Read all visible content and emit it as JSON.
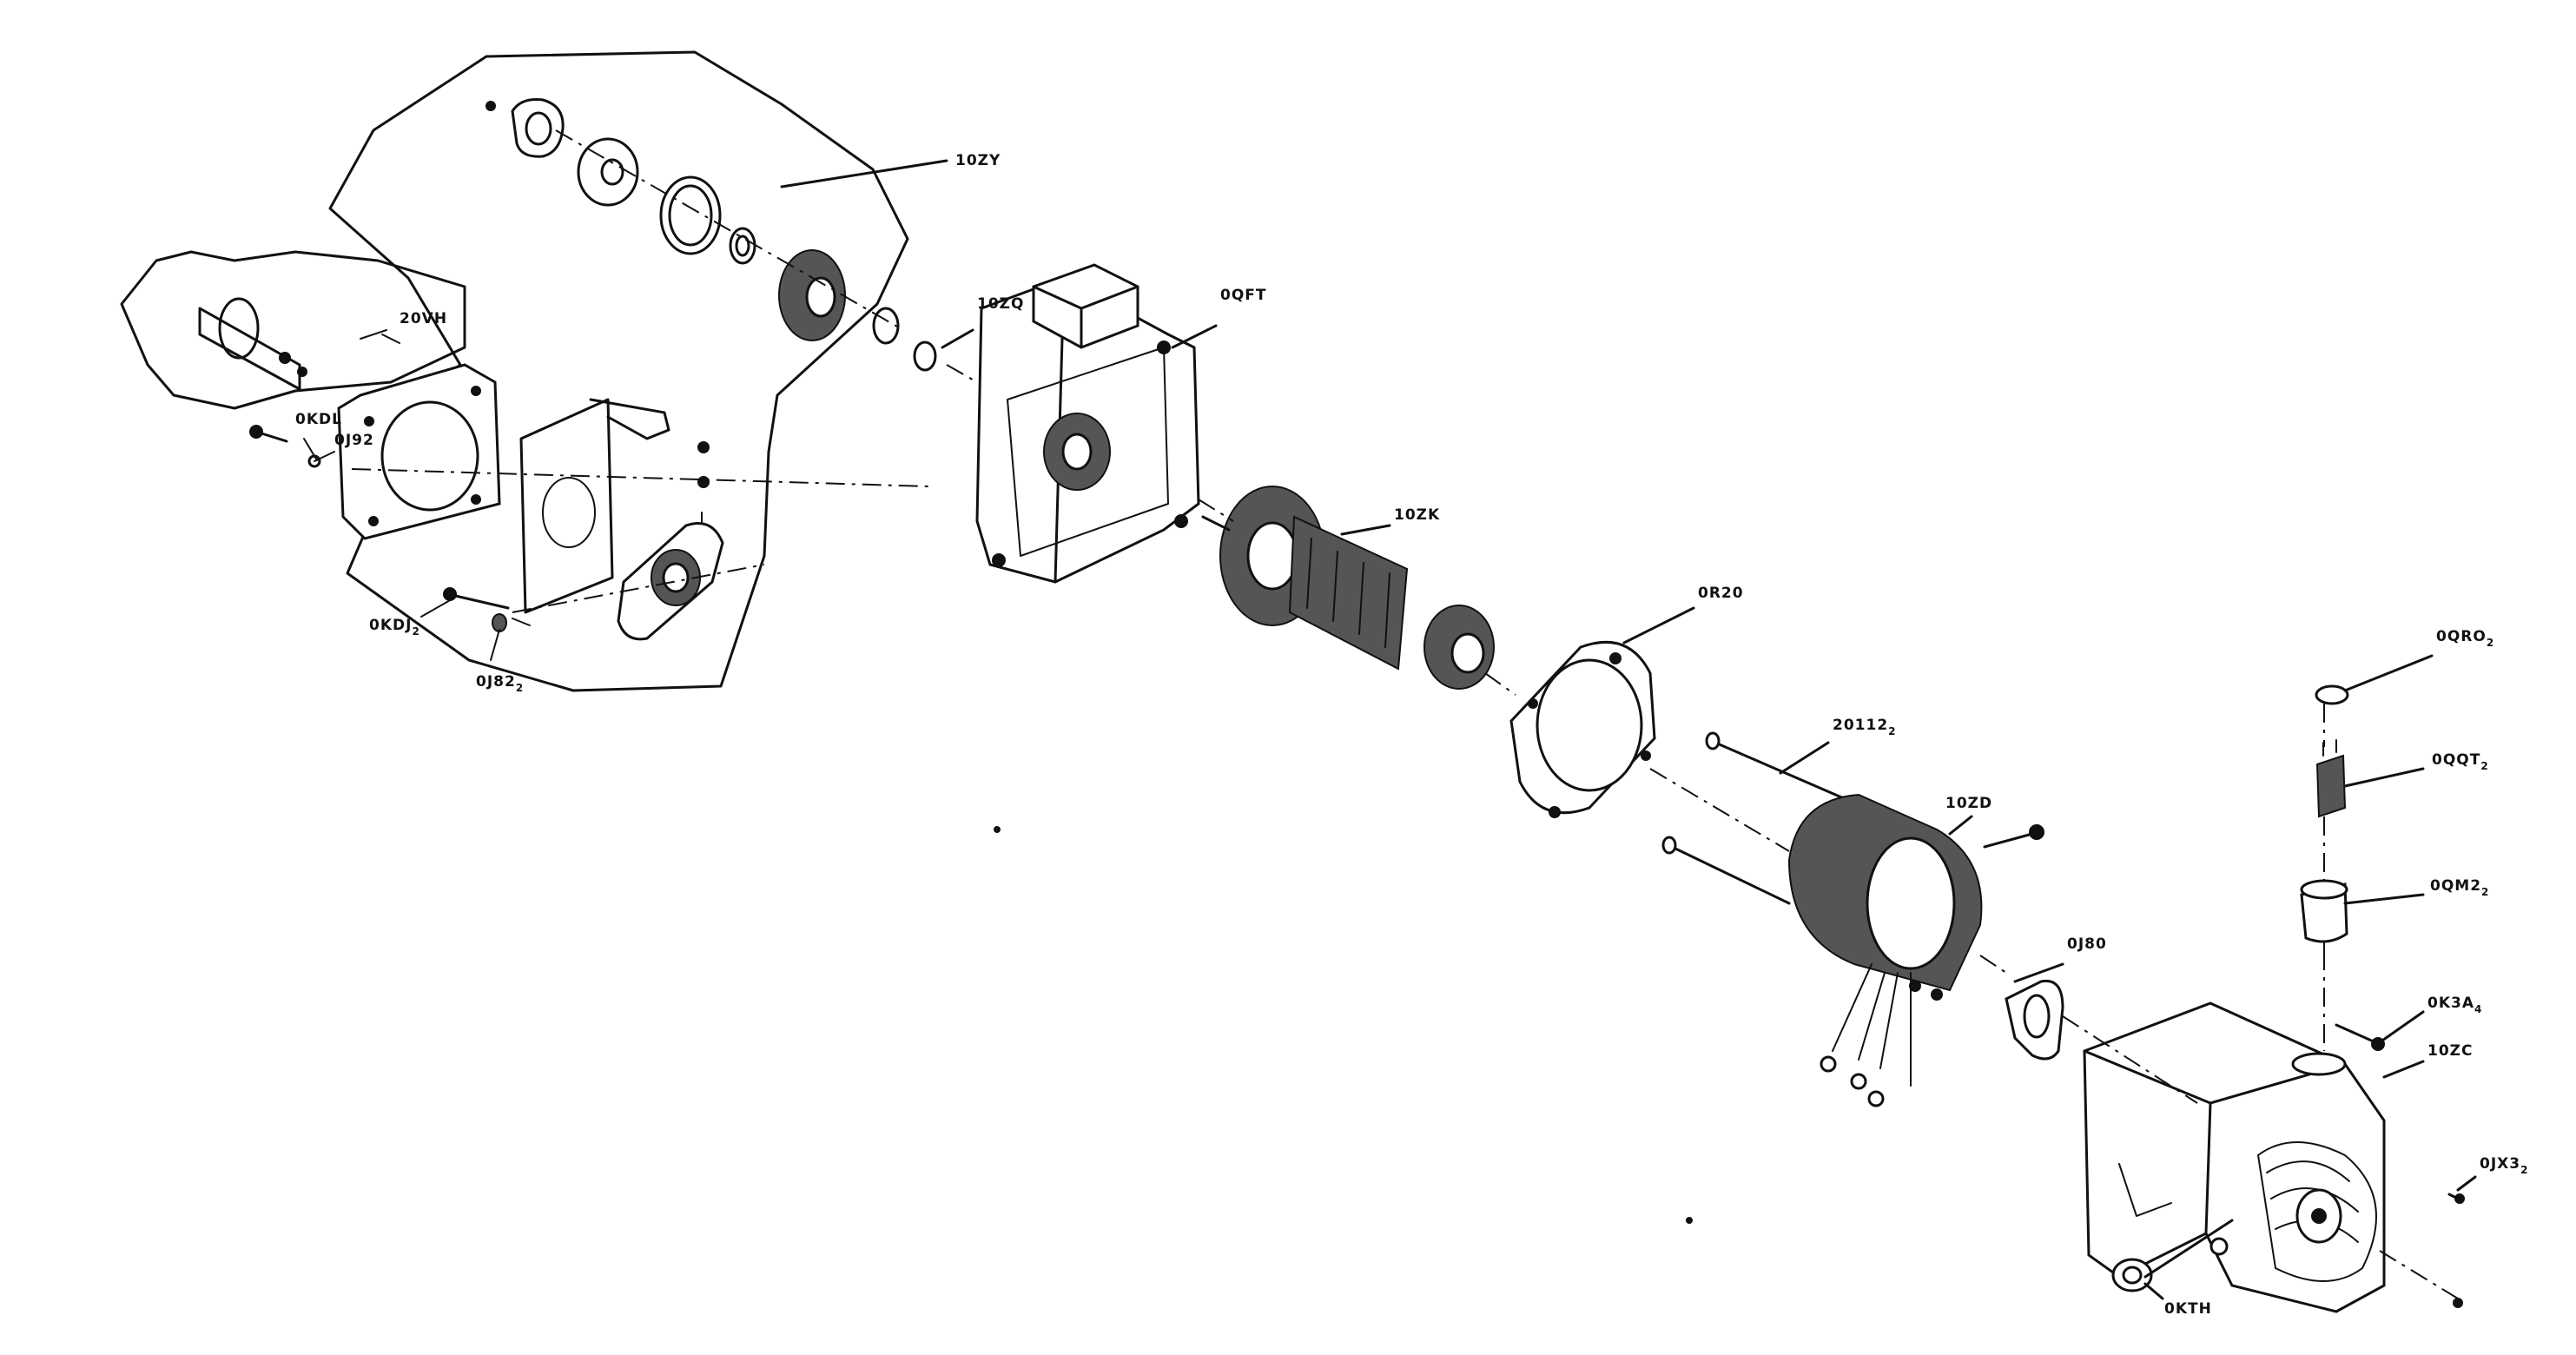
{
  "diagram": {
    "parts": [
      {
        "id": "p10zy",
        "label": "10ZY",
        "sub": ""
      },
      {
        "id": "p20vh",
        "label": "20VH",
        "sub": ""
      },
      {
        "id": "p0kdl",
        "label": "0KDL",
        "sub": ""
      },
      {
        "id": "p0j92",
        "label": "0J92",
        "sub": ""
      },
      {
        "id": "p0kdj",
        "label": "0KDJ",
        "sub": "2"
      },
      {
        "id": "p0j82",
        "label": "0J82",
        "sub": "2"
      },
      {
        "id": "p10zq",
        "label": "10ZQ",
        "sub": ""
      },
      {
        "id": "p0qft",
        "label": "0QFT",
        "sub": ""
      },
      {
        "id": "p10zk",
        "label": "10ZK",
        "sub": ""
      },
      {
        "id": "p0r20",
        "label": "0R20",
        "sub": ""
      },
      {
        "id": "p20112",
        "label": "20112",
        "sub": "2"
      },
      {
        "id": "p10zd",
        "label": "10ZD",
        "sub": ""
      },
      {
        "id": "p0j80",
        "label": "0J80",
        "sub": ""
      },
      {
        "id": "p0qro",
        "label": "0QRO",
        "sub": "2"
      },
      {
        "id": "p0qqt",
        "label": "0QQT",
        "sub": "2"
      },
      {
        "id": "p0qm2",
        "label": "0QM2",
        "sub": "2"
      },
      {
        "id": "p0k3a",
        "label": "0K3A",
        "sub": "4"
      },
      {
        "id": "p10zc",
        "label": "10ZC",
        "sub": ""
      },
      {
        "id": "p0jx3",
        "label": "0JX3",
        "sub": "2"
      },
      {
        "id": "p0kth",
        "label": "0KTH",
        "sub": ""
      }
    ]
  }
}
